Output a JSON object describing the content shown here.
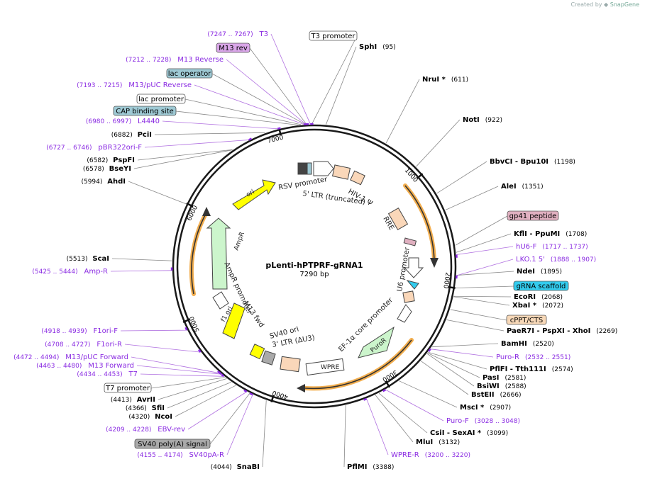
{
  "credit": {
    "prefix": "Created by",
    "brand": "SnapGene"
  },
  "plasmid": {
    "name": "pLenti-hPTPRF-gRNA1",
    "size_label": "7290 bp",
    "length": 7290
  },
  "ticks": [
    {
      "bp": 1000,
      "label": "1000"
    },
    {
      "bp": 2000,
      "label": "2000"
    },
    {
      "bp": 3000,
      "label": "3000"
    },
    {
      "bp": 4000,
      "label": "4000"
    },
    {
      "bp": 5000,
      "label": "5000"
    },
    {
      "bp": 6000,
      "label": "6000"
    },
    {
      "bp": 7000,
      "label": "7000"
    }
  ],
  "enzymes_right": [
    {
      "name": "SphI",
      "pos": "(95)",
      "bp": 95
    },
    {
      "name": "NruI *",
      "pos": "(611)",
      "bp": 611
    },
    {
      "name": "NotI",
      "pos": "(922)",
      "bp": 922
    },
    {
      "name": "BbvCI - Bpu10I",
      "pos": "(1198)",
      "bp": 1198
    },
    {
      "name": "AleI",
      "pos": "(1351)",
      "bp": 1351
    },
    {
      "name": "KflI - PpuMI",
      "pos": "(1708)",
      "bp": 1708
    },
    {
      "name": "NdeI",
      "pos": "(1895)",
      "bp": 1895
    },
    {
      "name": "EcoRI",
      "pos": "(2068)",
      "bp": 2068
    },
    {
      "name": "XbaI *",
      "pos": "(2072)",
      "bp": 2072
    },
    {
      "name": "PaeR7I - PspXI - XhoI",
      "pos": "(2269)",
      "bp": 2269
    },
    {
      "name": "BamHI",
      "pos": "(2520)",
      "bp": 2520
    },
    {
      "name": "PflFI - Tth111I",
      "pos": "(2574)",
      "bp": 2574
    },
    {
      "name": "PasI",
      "pos": "(2581)",
      "bp": 2581
    },
    {
      "name": "BsiWI",
      "pos": "(2588)",
      "bp": 2588
    },
    {
      "name": "BstEII",
      "pos": "(2666)",
      "bp": 2666
    },
    {
      "name": "MscI *",
      "pos": "(2907)",
      "bp": 2907
    },
    {
      "name": "CsiI - SexAI *",
      "pos": "(3099)",
      "bp": 3099
    },
    {
      "name": "MluI",
      "pos": "(3132)",
      "bp": 3132
    },
    {
      "name": "PflMI",
      "pos": "(3388)",
      "bp": 3388
    }
  ],
  "enzymes_left": [
    {
      "name": "PciI",
      "pos": "(6882)",
      "bp": 6882
    },
    {
      "name": "PspFI",
      "pos": "(6582)",
      "bp": 6582
    },
    {
      "name": "BseYI",
      "pos": "(6578)",
      "bp": 6578
    },
    {
      "name": "AhdI",
      "pos": "(5994)",
      "bp": 5994
    },
    {
      "name": "ScaI",
      "pos": "(5513)",
      "bp": 5513
    },
    {
      "name": "AvrII",
      "pos": "(4413)",
      "bp": 4413
    },
    {
      "name": "SfiI",
      "pos": "(4366)",
      "bp": 4366
    },
    {
      "name": "NcoI",
      "pos": "(4320)",
      "bp": 4320
    },
    {
      "name": "SnaBI",
      "pos": "(4044)",
      "bp": 4044
    }
  ],
  "primers_right": [
    {
      "name": "hU6-F",
      "pos": "(1717 .. 1737)"
    },
    {
      "name": "LKO.1 5'",
      "pos": "(1888 .. 1907)"
    },
    {
      "name": "Puro-R",
      "pos": "(2532 .. 2551)"
    },
    {
      "name": "Puro-F",
      "pos": "(3028 .. 3048)"
    },
    {
      "name": "WPRE-R",
      "pos": "(3200 .. 3220)"
    }
  ],
  "primers_left": [
    {
      "name": "T3",
      "pos": "(7247 .. 7267)"
    },
    {
      "name": "M13 Reverse",
      "pos": "(7212 .. 7228)"
    },
    {
      "name": "M13/pUC Reverse",
      "pos": "(7193 .. 7215)"
    },
    {
      "name": "L4440",
      "pos": "(6980 .. 6997)"
    },
    {
      "name": "pBR322ori-F",
      "pos": "(6727 .. 6746)"
    },
    {
      "name": "Amp-R",
      "pos": "(5425 .. 5444)"
    },
    {
      "name": "F1ori-F",
      "pos": "(4918 .. 4939)"
    },
    {
      "name": "F1ori-R",
      "pos": "(4708 .. 4727)"
    },
    {
      "name": "M13/pUC Forward",
      "pos": "(4472 .. 4494)"
    },
    {
      "name": "M13 Forward",
      "pos": "(4463 .. 4480)"
    },
    {
      "name": "T7",
      "pos": "(4434 .. 4453)"
    },
    {
      "name": "EBV-rev",
      "pos": "(4209 .. 4228)"
    },
    {
      "name": "SV40pA-R",
      "pos": "(4155 .. 4174)"
    }
  ],
  "boxed_labels": [
    {
      "name": "T3 promoter",
      "color": "#ffffff"
    },
    {
      "name": "M13 rev",
      "color": "#d9a6e8"
    },
    {
      "name": "lac operator",
      "color": "#9ec9d4"
    },
    {
      "name": "lac promoter",
      "color": "#ffffff"
    },
    {
      "name": "CAP binding site",
      "color": "#9ec9d4"
    },
    {
      "name": "gp41 peptide",
      "color": "#e0b0c0"
    },
    {
      "name": "gRNA scaffold",
      "color": "#33ccee"
    },
    {
      "name": "cPPT/CTS",
      "color": "#f7d8b8"
    },
    {
      "name": "T7 promoter",
      "color": "#ffffff"
    },
    {
      "name": "SV40 poly(A) signal",
      "color": "#aaaaaa"
    }
  ],
  "inner_features": {
    "rsv_promoter": "RSV promoter",
    "ltr5": "5' LTR (truncated)",
    "hiv_psi": "HIV-1 Ψ",
    "rre": "RRE",
    "u6_promoter": "U6 promoter",
    "ef1a": "EF-1α core promoter",
    "puror": "PuroR",
    "wpre": "WPRE",
    "ltr3": "3' LTR (ΔU3)",
    "sv40_ori": "SV40 ori",
    "m13_fwd": "M13 fwd",
    "f1_ori": "f1 ori",
    "ampr_promoter": "AmpR promoter",
    "ampr": "AmpR",
    "ori": "ori"
  },
  "colors": {
    "primer": "#8a2be2",
    "ori": "#ffff00",
    "ampr": "#ccf5cc",
    "orange_arc": "#f0a030",
    "feature_peach": "#fad7b9"
  }
}
